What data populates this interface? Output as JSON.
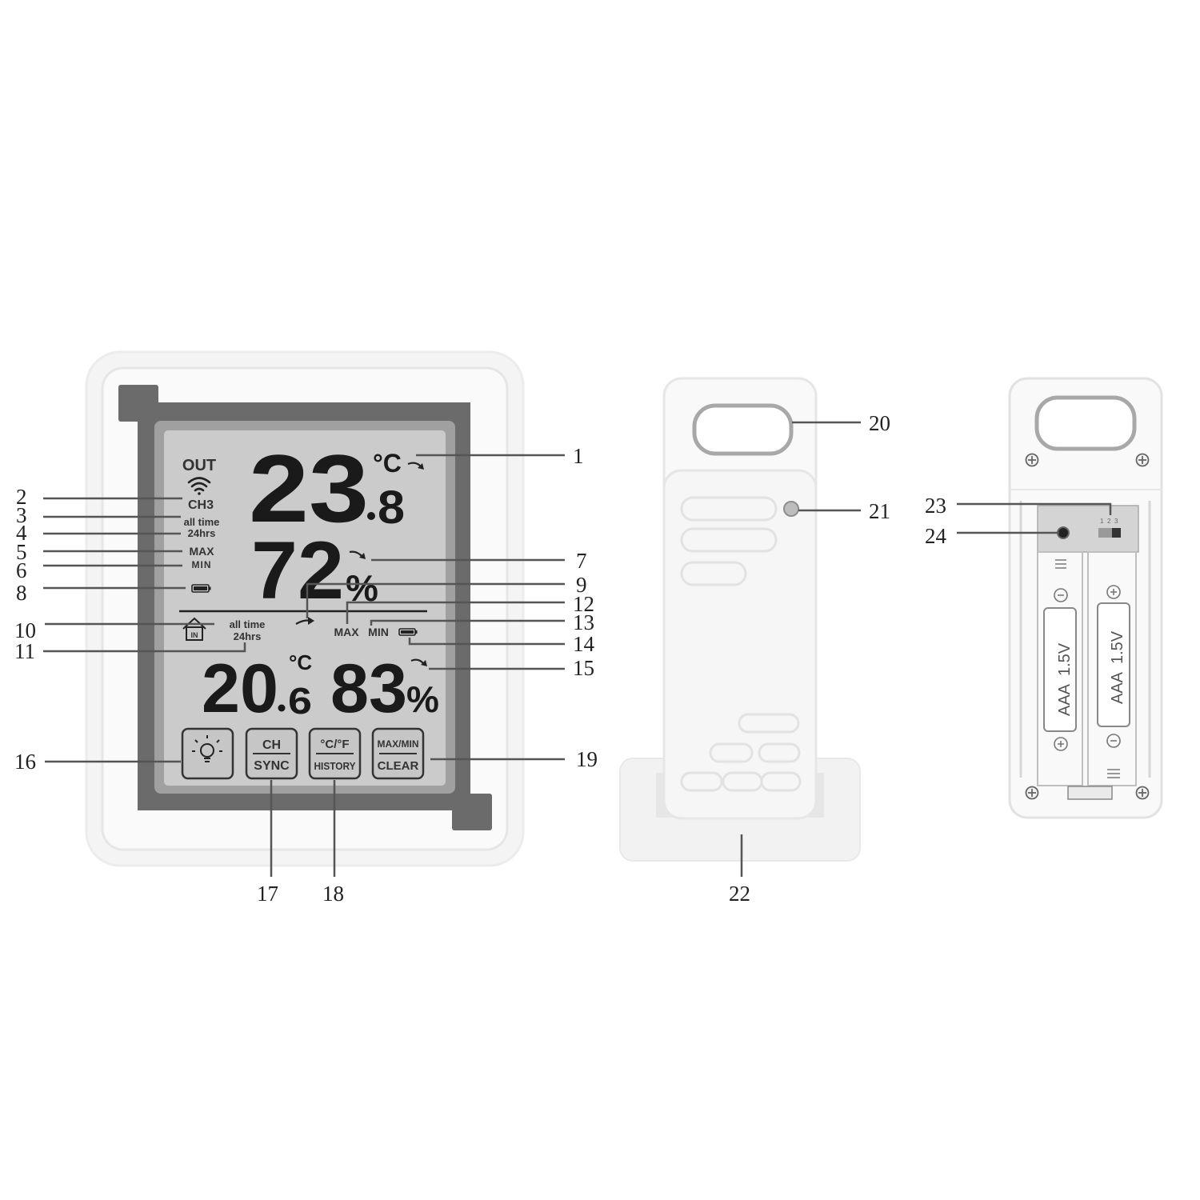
{
  "callouts": [
    "1",
    "2",
    "3",
    "4",
    "5",
    "6",
    "7",
    "8",
    "9",
    "10",
    "11",
    "12",
    "13",
    "14",
    "15",
    "16",
    "17",
    "18",
    "19",
    "20",
    "21",
    "22",
    "23",
    "24"
  ],
  "display": {
    "out_label": "OUT",
    "channel": "CH3",
    "upper_all_time": "all time",
    "upper_24hrs": "24hrs",
    "max_label": "MAX",
    "min_label": "MIN",
    "outdoor_temp_int": "23",
    "outdoor_temp_dec": "8",
    "outdoor_temp_unit": "°C",
    "outdoor_humidity": "72",
    "humidity_unit": "%",
    "lower_all_time": "all time",
    "lower_24hrs": "24hrs",
    "indoor_label": "IN",
    "lower_max": "MAX",
    "lower_min": "MIN",
    "indoor_temp_int": "20",
    "indoor_temp_dec": "6",
    "indoor_temp_unit": "°C",
    "indoor_humidity": "83",
    "indoor_humidity_unit": "%"
  },
  "buttons": {
    "ch_top": "CH",
    "ch_bottom": "SYNC",
    "unit_top": "°C/°F",
    "unit_bottom": "HISTORY",
    "maxmin_top": "MAX/MIN",
    "maxmin_bottom": "CLEAR"
  },
  "battery": {
    "type": "AAA",
    "voltage": "1.5V",
    "switch_positions": [
      "1",
      "2",
      "3"
    ]
  }
}
